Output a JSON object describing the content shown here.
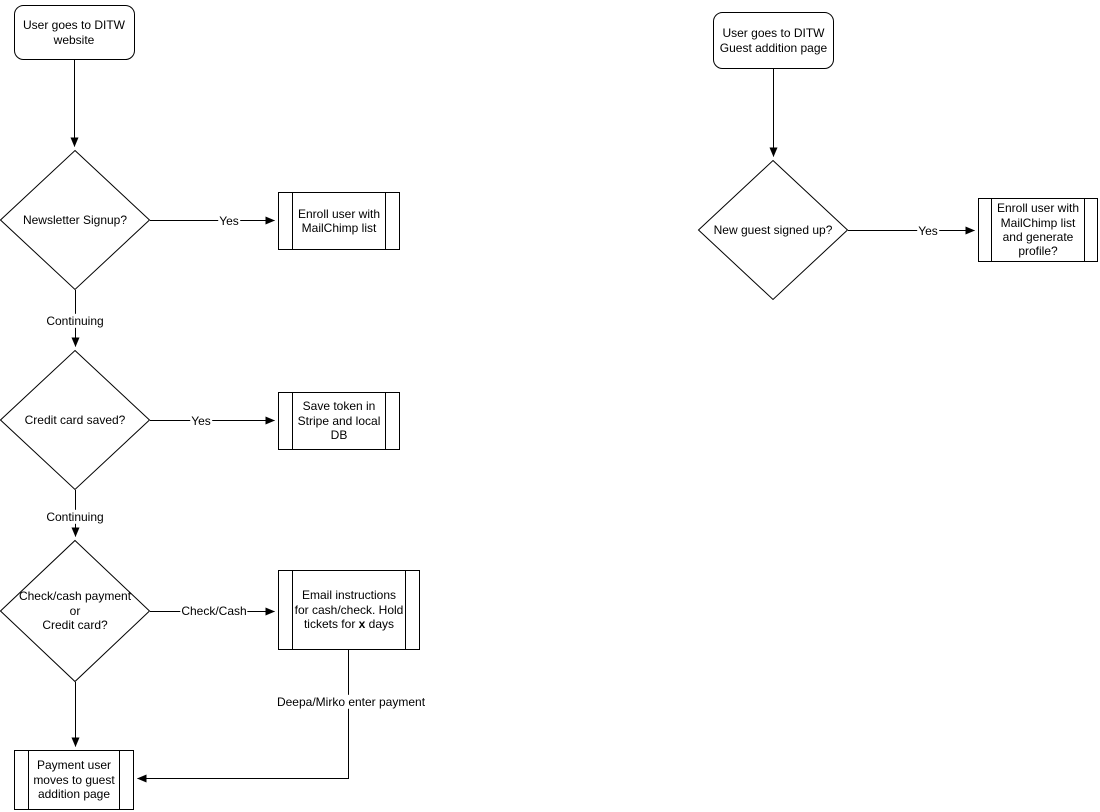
{
  "diagram": {
    "colors": {
      "stroke": "#000000",
      "shape_fill": "#ffffff",
      "background": "#ffffff",
      "text": "#000000"
    },
    "left_flow": {
      "start": "User goes to DITW\nwebsite",
      "decision_newsletter": "Newsletter Signup?",
      "label_yes_1": "Yes",
      "process_enroll": "Enroll user with\nMailChimp list",
      "label_continuing_1": "Continuing",
      "decision_credit_card": "Credit card saved?",
      "label_yes_2": "Yes",
      "process_save_token": "Save token in\nStripe and local\nDB",
      "label_continuing_2": "Continuing",
      "decision_payment": "Check/cash payment\nor\nCredit card?",
      "label_check_cash": "Check/Cash",
      "process_email_pre": "Email instructions\nfor cash/check. Hold\ntickets for ",
      "process_email_bold": "x",
      "process_email_post": " days",
      "label_deepa_mirko": "Deepa/Mirko enter payment",
      "end": "Payment user\nmoves to guest\naddition page"
    },
    "right_flow": {
      "start": "User goes to DITW\nGuest addition page",
      "decision_new_guest": "New guest signed up?",
      "label_yes": "Yes",
      "process_enroll_profile": "Enroll user with\nMailChimp list\nand generate\nprofile?"
    }
  }
}
